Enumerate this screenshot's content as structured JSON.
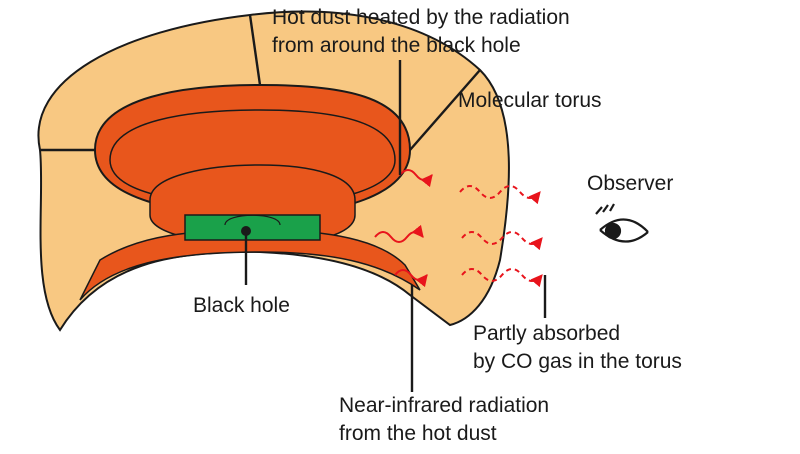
{
  "labels": {
    "hot_dust": [
      "Hot dust heated by the radiation",
      "from around the black hole"
    ],
    "molecular_torus": "Molecular torus",
    "observer": "Observer",
    "black_hole": "Black hole",
    "absorbed": [
      "Partly absorbed",
      "by CO gas in the torus"
    ],
    "near_ir": [
      "Near-infrared radiation",
      "from the hot dust"
    ]
  },
  "colors": {
    "torus": "#f8c882",
    "dust": "#e8561c",
    "accretion": "#1aa14a",
    "wave": "#e8141c",
    "outline": "#1a1a1a"
  },
  "icons": {
    "eye": "eye-icon"
  }
}
